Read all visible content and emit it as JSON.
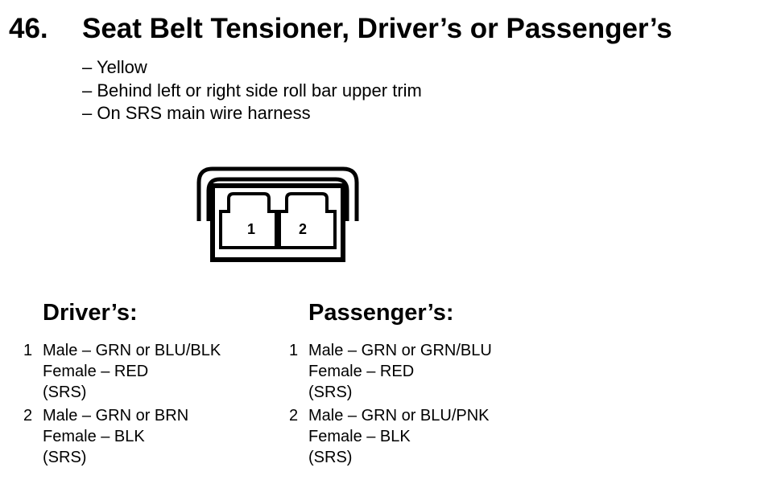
{
  "header": {
    "number": "46.",
    "title": "Seat Belt Tensioner, Driver’s or Passenger’s"
  },
  "notes": [
    "– Yellow",
    "– Behind left or right side roll bar upper trim",
    "– On SRS main wire harness"
  ],
  "connector": {
    "terminals": [
      "1",
      "2"
    ]
  },
  "driver": {
    "heading": "Driver’s:",
    "pins": [
      {
        "pin": "1",
        "lines": [
          "Male – GRN or BLU/BLK",
          "Female – RED",
          "(SRS)"
        ]
      },
      {
        "pin": "2",
        "lines": [
          "Male – GRN or BRN",
          "Female – BLK",
          "(SRS)"
        ]
      }
    ]
  },
  "passenger": {
    "heading": "Passenger’s:",
    "pins": [
      {
        "pin": "1",
        "lines": [
          "Male – GRN or GRN/BLU",
          "Female – RED",
          "(SRS)"
        ]
      },
      {
        "pin": "2",
        "lines": [
          "Male – GRN or BLU/PNK",
          "Female – BLK",
          "(SRS)"
        ]
      }
    ]
  }
}
